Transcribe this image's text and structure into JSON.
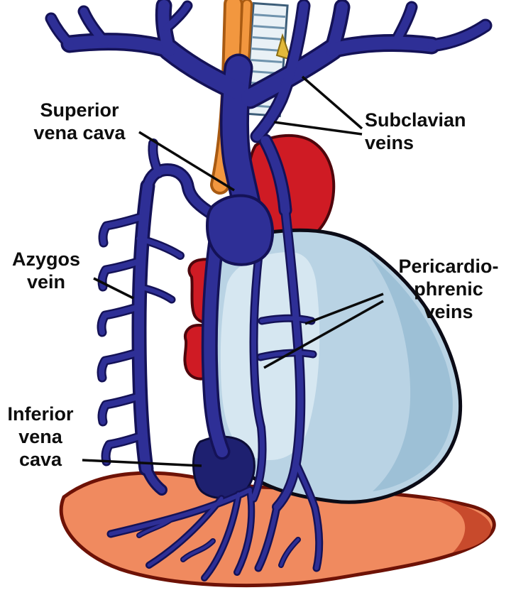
{
  "figure": {
    "type": "anatomical-diagram",
    "subject": "Veins of the thorax (pericardiophrenic region)",
    "labels": {
      "superior_vena_cava": {
        "text": "Superior\nvena cava"
      },
      "subclavian_veins": {
        "text": "Subclavian\nveins"
      },
      "azygos_vein": {
        "text": "Azygos\nvein"
      },
      "pericardiophrenic_veins": {
        "text": "Pericardio-\nphrenic\nveins"
      },
      "inferior_vena_cava": {
        "text": "Inferior\nvena\ncava"
      }
    },
    "palette": {
      "vein_blue": "#2e2f96",
      "vein_outline": "#141257",
      "pericardium_light_blue": "#b9d3e4",
      "pericardium_highlight": "#d6e7f1",
      "pericardium_shade": "#9dc0d6",
      "heart_red": "#cf1b24",
      "diaphragm_salmon": "#f08a5f",
      "diaphragm_outline": "#6e1206",
      "esophagus_orange": "#f2973f",
      "leader_line": "#0a0a0a",
      "background": "#ffffff"
    }
  }
}
